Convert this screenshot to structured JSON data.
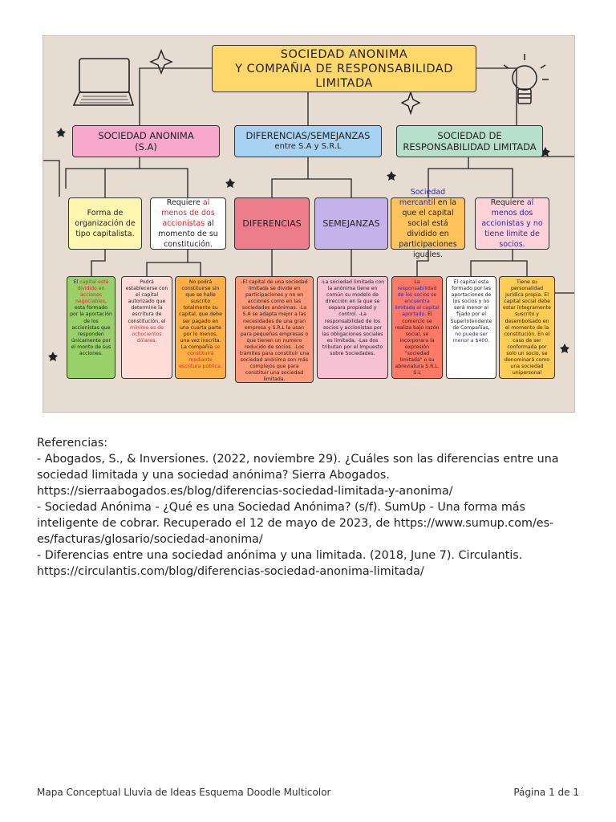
{
  "map": {
    "title_lines": [
      "SOCIEDAD ANONIMA",
      "Y COMPAÑIA DE RESPONSABILIDAD",
      "LIMITADA"
    ],
    "sa_head_lines": [
      "SOCIEDAD ANONIMA",
      "(S.A)"
    ],
    "dif_head_line1": "DIFERENCIAS/SEMEJANZAS",
    "dif_head_line2": "entre S.A y S.R.L",
    "srl_head_lines": [
      "SOCIEDAD DE",
      "RESPONSABILIDAD LIMITADA"
    ],
    "m1": "Forma de organización de tipo capitalista.",
    "m2_a": "Requiere ",
    "m2_b": "al menos de dos accionistas",
    "m2_c": " al momento de su constitución.",
    "m3": "DIFERENCIAS",
    "m4": "SEMEJANZAS",
    "m5_a": "Sociedad mercantil",
    "m5_b": " en la que el capital social está dividido en participaciones iguales.",
    "m6_a": "Requiere ",
    "m6_b": "al menos dos accionistas y no tiene limite de socios.",
    "l1_a": "El ",
    "l1_b": "capital está dividido en acciones negociables",
    "l1_c": ", esta formado por la aportación de los accionistas que responden únicamente por el monto de sus acciones.",
    "l2_a": "Podrá establecerse con el capital autorizado que determine la escritura de constitución, el ",
    "l2_b": "mínimo es de ochocientos dólares.",
    "l3_a": "No podrá constituirse sin que se halle suscrito totalmente su capital, que debe ser pagado en una cuarta parte por lo menos, una vez inscrita. La compañía ",
    "l3_b": "se constituirá mediante escritura pública.",
    "l4": "-El capital de una sociedad limitada se divide en participaciones y no en acciones como en las sociedades anónimas. -La S.A se adapta mejor a las necesidades de una gran empresa y S.R.L la usan para pequeñas empresas o que tienen un numero reducido de socios. -Los trámites para constituir una sociedad anónima son más complejos que para constituir una sociedad limitada.",
    "l5": "-La sociedad limitada con la anónima tiene en común su modelo de dirección en la que se separa propiedad y control. -La responsabilidad de los socios y accionistas por las obligaciones sociales es limitada. -Las dos tributan por el Impuesto sobre Sociedades.",
    "l6_a": "La ",
    "l6_b": "responsabilidad de los socios se encuentra limitada al capital aportado",
    "l6_c": ". El comercio se realiza bajo razón social, se incorporara la expresión \"sociedad limitada\" o su abreviatura S.R.L. S.L",
    "l7_a": "El capital esta formado por las aportaciones de los socios y no será menor al fijado por el Superintendente de Compañías, ",
    "l7_b": "no puede ser menor a $400.",
    "l8": "Tiene su personalidad jurídica propia. El capital social debe estar íntegramente suscrito y desembolsado en el momento de la constitución. En el caso de ser conformada por solo un socio, se denominará como una sociedad unipersonal"
  },
  "references": {
    "heading": "Referencias:",
    "items": [
      "- Abogados, S., & Inversiones. (2022, noviembre 29). ¿Cuáles son las diferencias entre una sociedad limitada y una sociedad anónima? Sierra Abogados. https://sierraabogados.es/blog/diferencias-sociedad-limitada-y-anonima/",
      "- Sociedad Anónima - ¿Qué es una Sociedad Anónima? (s/f). SumUp - Una forma más inteligente de cobrar. Recuperado el 12 de mayo de 2023, de https://www.sumup.com/es-es/facturas/glosario/sociedad-anonima/",
      "- Diferencias entre una sociedad anónima y una limitada. (2018, June 7). Circulantis. https://circulantis.com/blog/diferencias-sociedad-anonima-limitada/"
    ]
  },
  "footer": {
    "left": "Mapa Conceptual Lluvia de Ideas Esquema Doodle Multicolor",
    "right": "Página 1 de 1"
  },
  "colors": {
    "title": "#ffd86b",
    "sa": "#f7a8cb",
    "diff": "#a8d2f2",
    "srl": "#b6e0c8",
    "canvas": "#e6dcd1"
  },
  "icons": [
    "laptop-icon",
    "lightbulb-icon",
    "sparkle-icon",
    "star-icon"
  ]
}
